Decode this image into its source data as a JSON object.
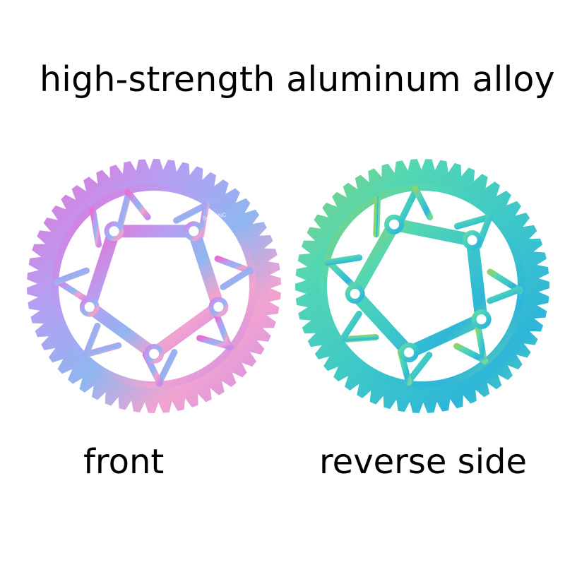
{
  "headline": "high-strength aluminum alloy",
  "captions": {
    "front": "front",
    "reverse": "reverse side"
  },
  "chainrings": {
    "front": {
      "engraving": "54T/CNC",
      "teeth": 54,
      "colors": [
        "#e86fd3",
        "#b79ef2",
        "#8fb6f0",
        "#f2a3d0",
        "#c58ce8"
      ]
    },
    "reverse": {
      "teeth": 54,
      "colors": [
        "#3dc7c8",
        "#53d6b4",
        "#8fd26a",
        "#2fb6d9",
        "#6fd9a0"
      ]
    }
  }
}
